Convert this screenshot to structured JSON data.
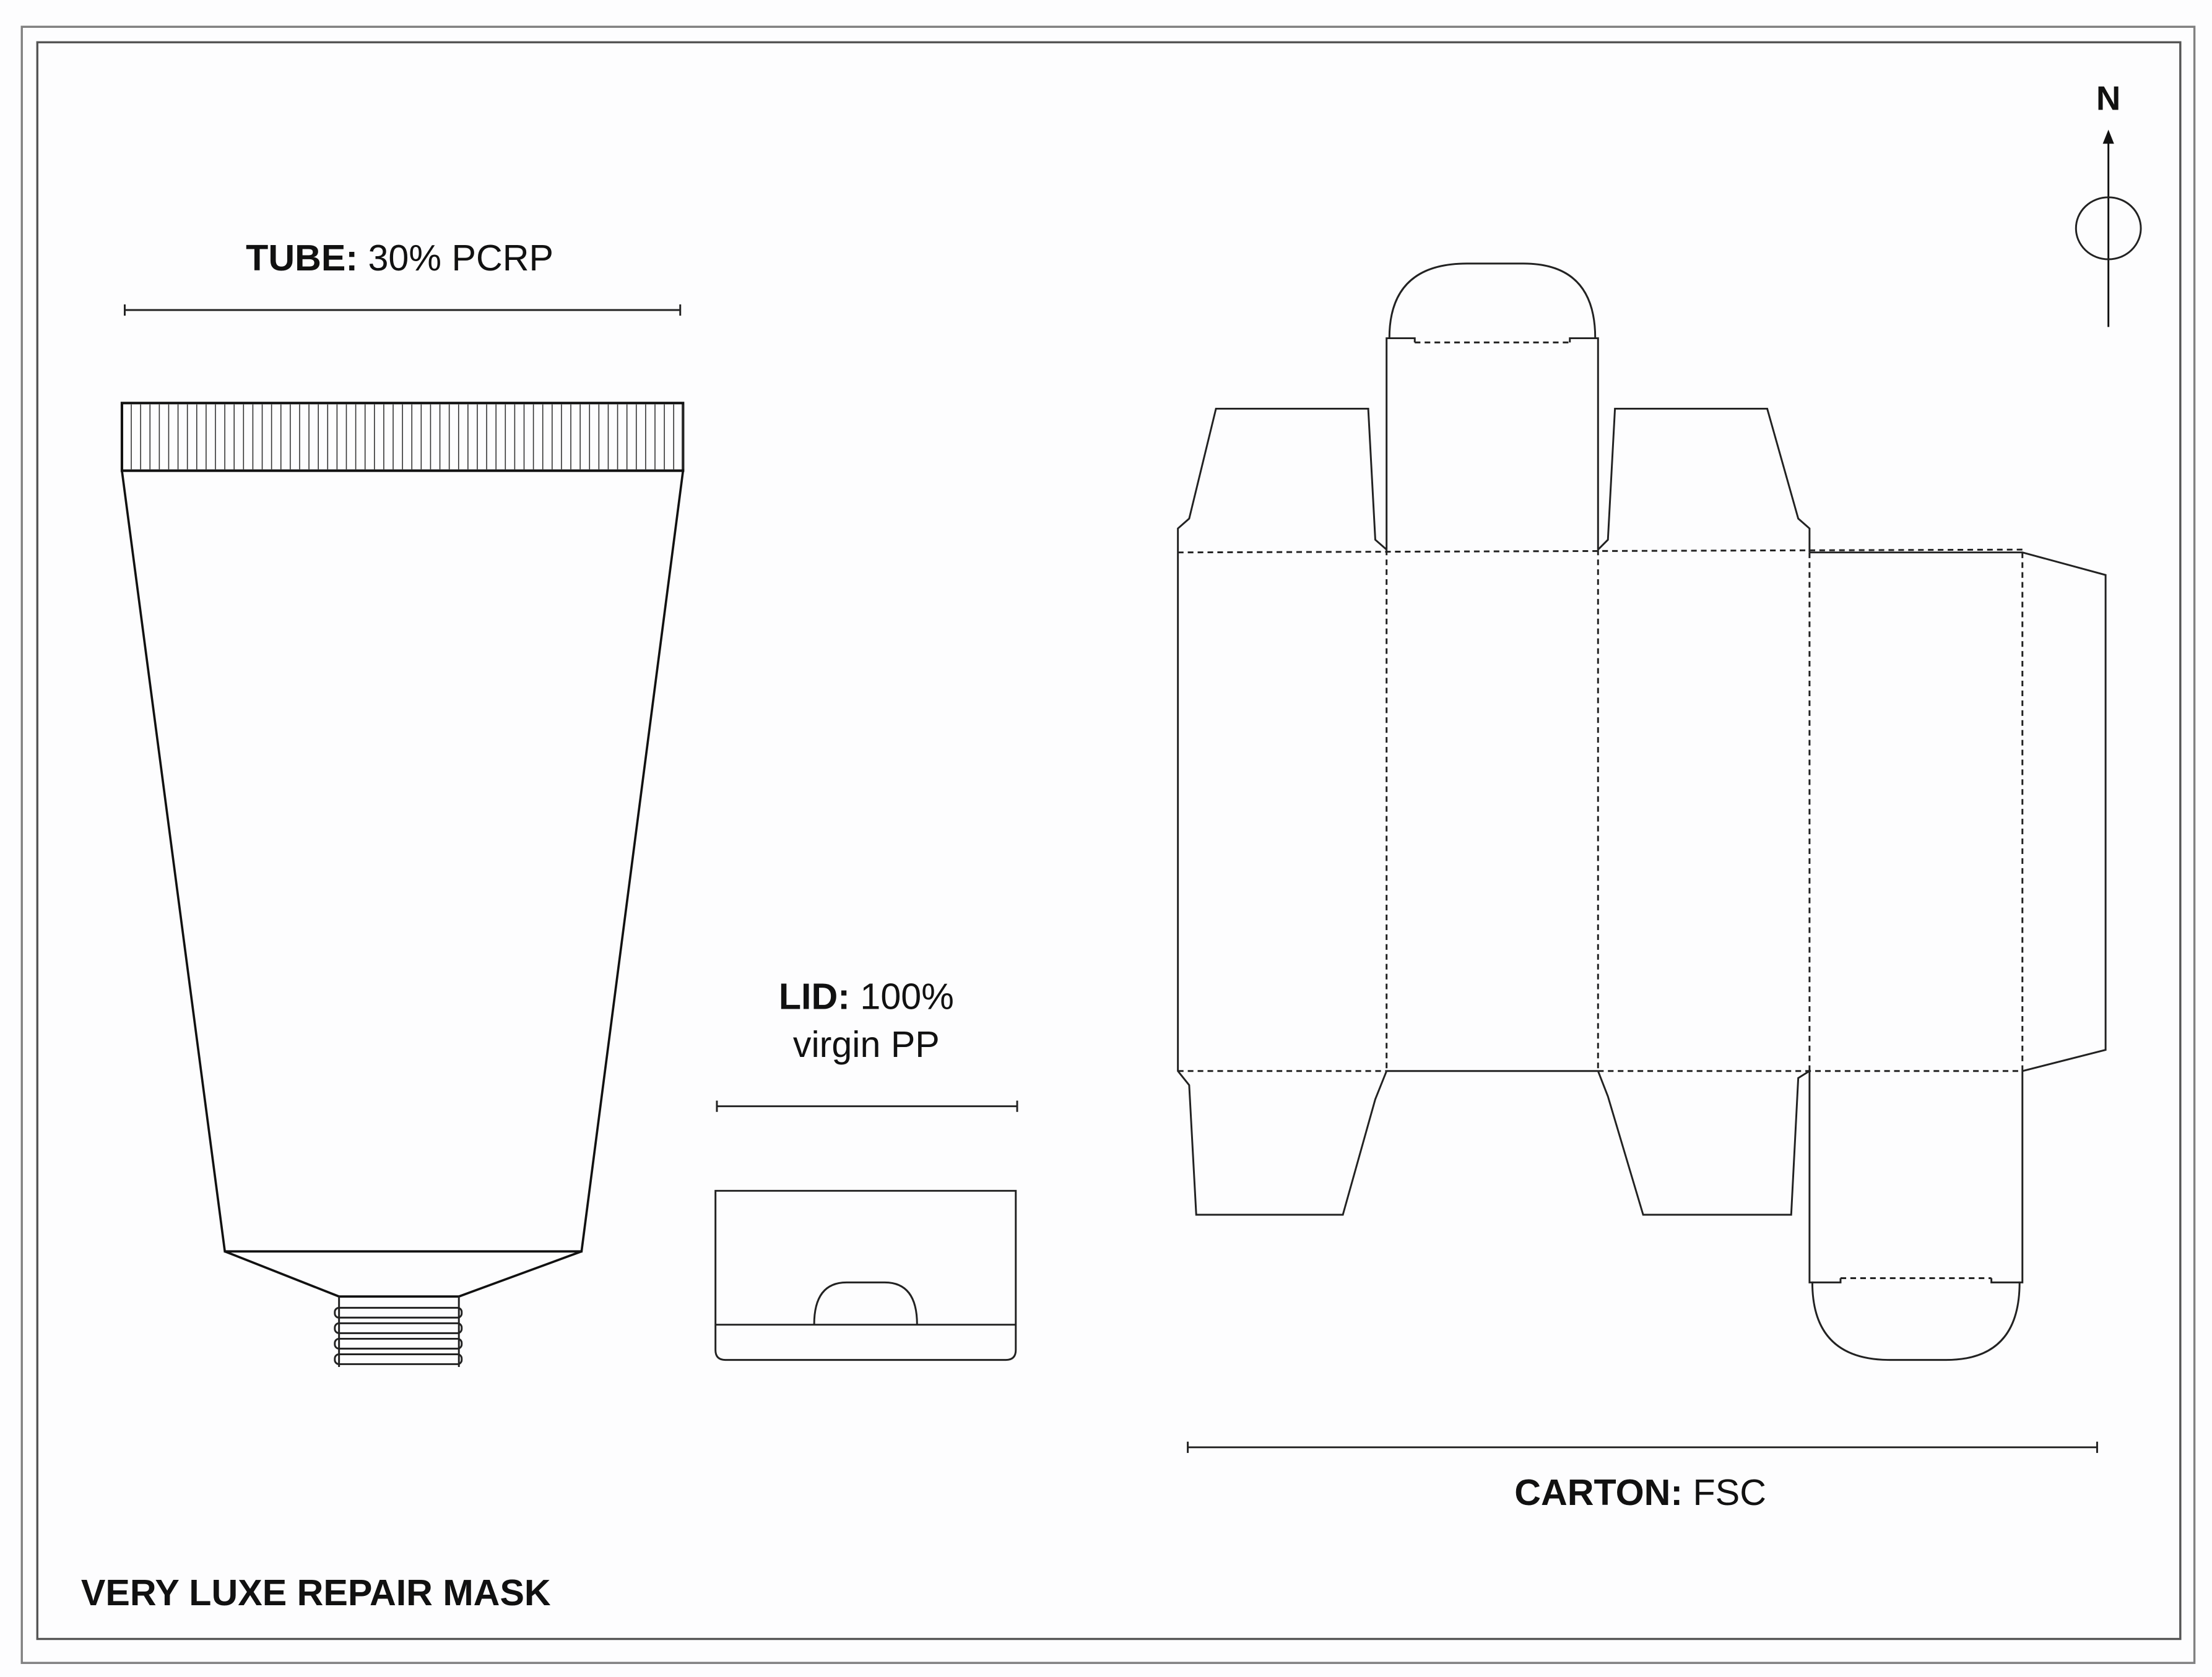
{
  "title": "VERY LUXE REPAIR MASK",
  "compass": {
    "label": "N",
    "icon": "north-arrow-icon"
  },
  "tube": {
    "label_bold": "TUBE:",
    "label_text": "30% PCRP"
  },
  "lid": {
    "label_bold": "LID:",
    "label_text": "100%",
    "label_line2": "virgin PP"
  },
  "carton": {
    "label_bold": "CARTON:",
    "label_text": "FSC"
  },
  "colors": {
    "line": "#222222",
    "frame_outer": "#808080",
    "background": "#fdfdfe"
  }
}
